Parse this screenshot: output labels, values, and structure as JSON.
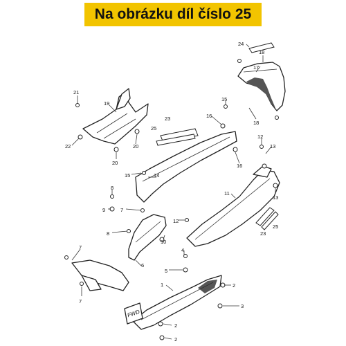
{
  "header": {
    "title": "Na obrázku díl číslo 25"
  },
  "fwd_mark": "FWD",
  "colors": {
    "banner": "#f2c400",
    "line": "#222222"
  },
  "callouts": [
    {
      "id": "c1",
      "text": "1"
    },
    {
      "id": "c2a",
      "text": "2"
    },
    {
      "id": "c2b",
      "text": "2"
    },
    {
      "id": "c2c",
      "text": "2"
    },
    {
      "id": "c3",
      "text": "3"
    },
    {
      "id": "c4",
      "text": "4"
    },
    {
      "id": "c5",
      "text": "5"
    },
    {
      "id": "c6",
      "text": "6"
    },
    {
      "id": "c7a",
      "text": "7"
    },
    {
      "id": "c7b",
      "text": "7"
    },
    {
      "id": "c7c",
      "text": "7"
    },
    {
      "id": "c8a",
      "text": "8"
    },
    {
      "id": "c8b",
      "text": "8"
    },
    {
      "id": "c9",
      "text": "9"
    },
    {
      "id": "c10",
      "text": "10"
    },
    {
      "id": "c11",
      "text": "11"
    },
    {
      "id": "c12a",
      "text": "12"
    },
    {
      "id": "c12b",
      "text": "12"
    },
    {
      "id": "c13a",
      "text": "13"
    },
    {
      "id": "c13b",
      "text": "13"
    },
    {
      "id": "c14",
      "text": "14"
    },
    {
      "id": "c15a",
      "text": "15"
    },
    {
      "id": "c15b",
      "text": "15"
    },
    {
      "id": "c16a",
      "text": "16"
    },
    {
      "id": "c16b",
      "text": "16"
    },
    {
      "id": "c17",
      "text": "17"
    },
    {
      "id": "c18a",
      "text": "18"
    },
    {
      "id": "c18b",
      "text": "18"
    },
    {
      "id": "c19",
      "text": "19"
    },
    {
      "id": "c20a",
      "text": "20"
    },
    {
      "id": "c20b",
      "text": "20"
    },
    {
      "id": "c21",
      "text": "21"
    },
    {
      "id": "c22",
      "text": "22"
    },
    {
      "id": "c23a",
      "text": "23"
    },
    {
      "id": "c23b",
      "text": "23"
    },
    {
      "id": "c24",
      "text": "24"
    },
    {
      "id": "c25a",
      "text": "25"
    },
    {
      "id": "c25b",
      "text": "25"
    }
  ]
}
